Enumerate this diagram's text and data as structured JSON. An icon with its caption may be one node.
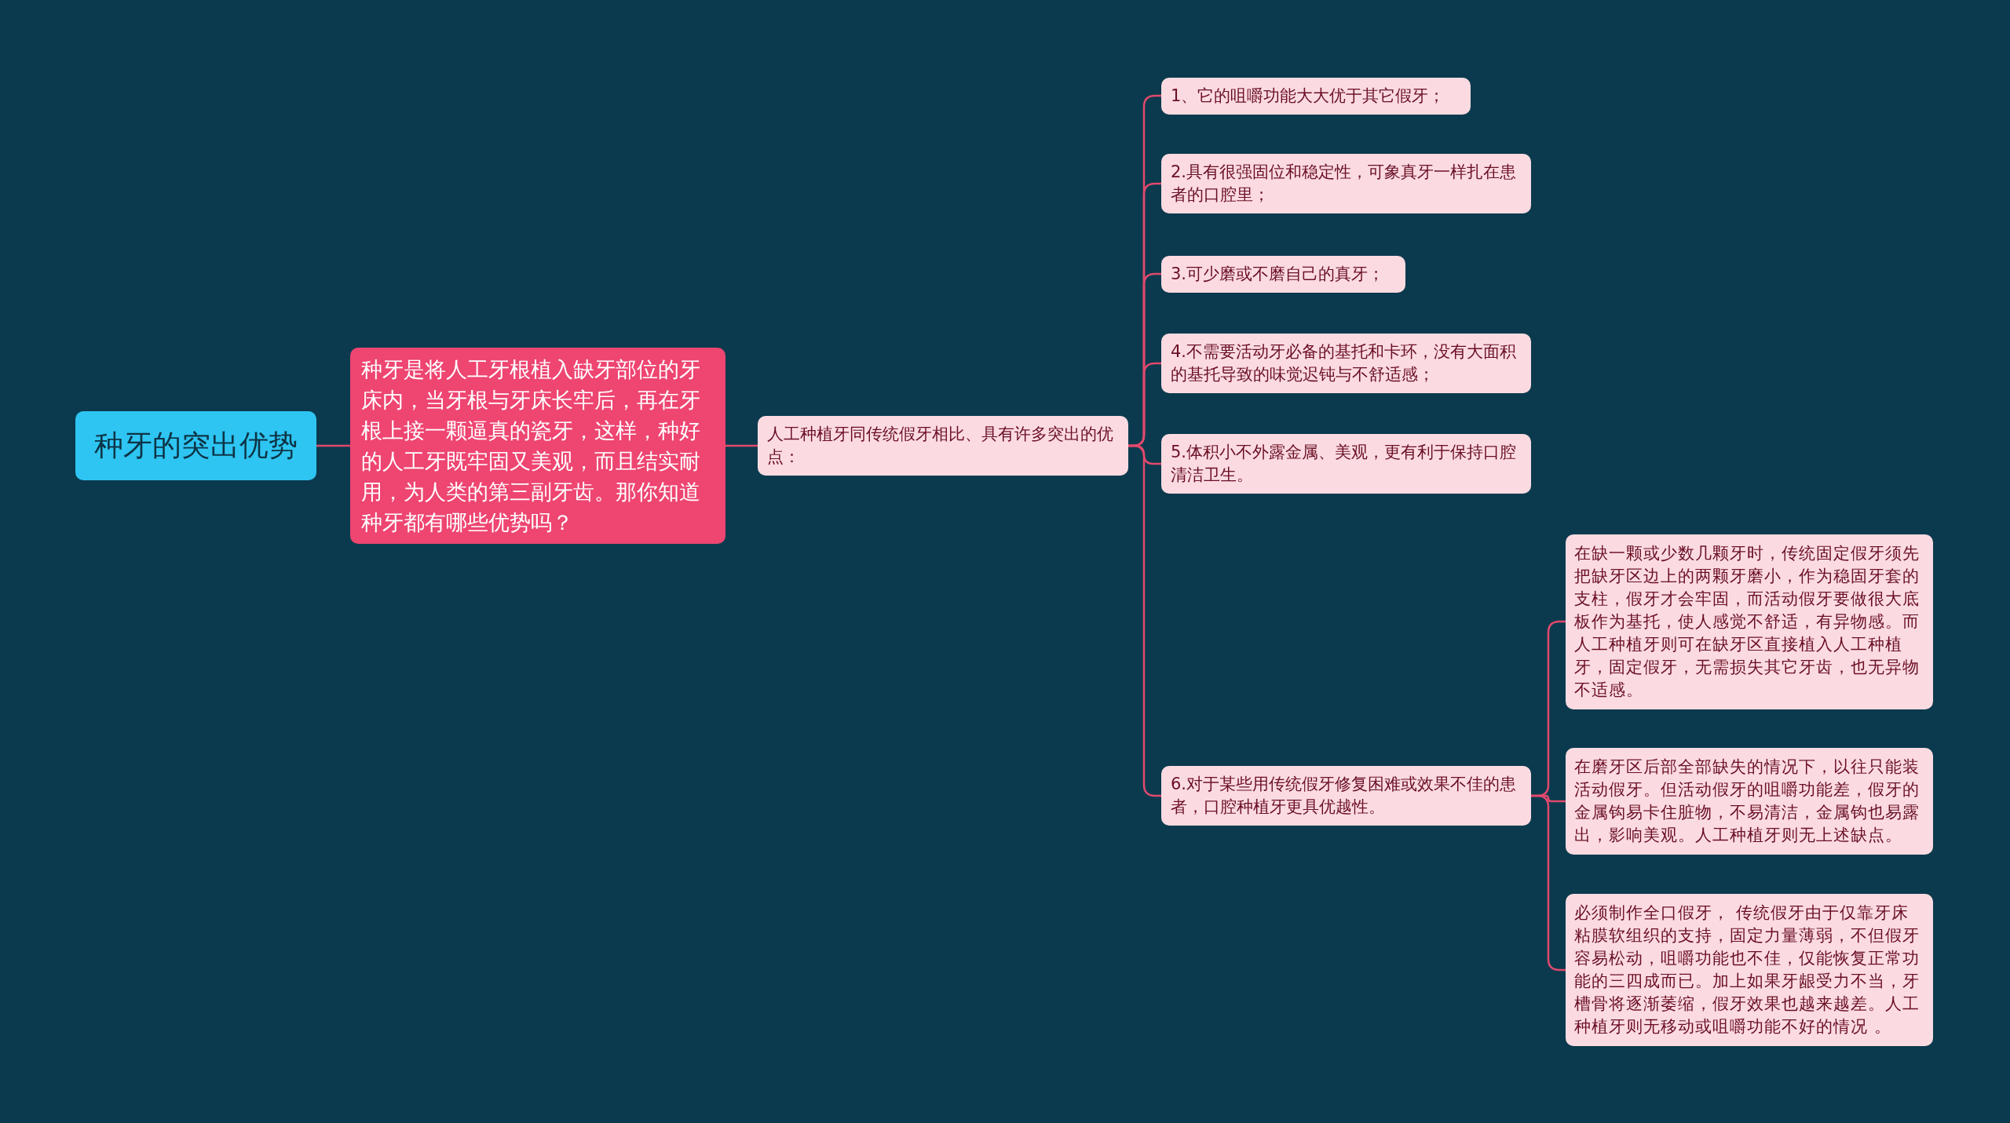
{
  "diagram": {
    "nodes": [
      {
        "text": [
          "种牙的突出优势"
        ]
      },
      {
        "text": [
          "种牙是将人工牙根植入缺牙部位的牙床内，当牙根与牙床长牢后，再在牙根上接一颗逼真的瓷牙，这样，种好的人工牙既牢固又美观，而且结实耐用，为人类的第三副牙齿。那你知道种牙都有哪些优势吗？"
        ]
      },
      {
        "text": [
          "人工种植牙同传统假牙相比、具有许多突出的优点："
        ]
      },
      {
        "text": [
          "1、它的咀嚼功能大大优于其它假牙；"
        ]
      },
      {
        "text": [
          "2.具有很强固位和稳定性，可象真牙一样扎在患者的口腔里；"
        ]
      },
      {
        "text": [
          "3.可少磨或不磨自己的真牙；"
        ]
      },
      {
        "text": [
          "4.不需要活动牙必备的基托和卡环，没有大面积的基托导致的味觉迟钝与不舒适感；"
        ]
      },
      {
        "text": [
          "5.体积小不外露金属、美观，更有利于保持口腔清洁卫生。"
        ]
      },
      {
        "text": [
          "6.对于某些用传统假牙修复困难或效果不佳的患者，口腔种植牙更具优越性。"
        ]
      },
      {
        "text": [
          "在缺一颗或少数几颗牙时，传统固定假牙须先把缺牙区边上的两颗牙磨小，作为稳固牙套的支柱，假牙才会牢固，而活动假牙要做很大底板作为基托，使人感觉不舒适，有异物感。而人工种植牙则可在缺牙区直接植入人工种植牙，固定假牙，无需损失其它牙齿，也无异物不适感。"
        ]
      },
      {
        "text": [
          "在磨牙区后部全部缺失的情况下，以往只能装活动假牙。但活动假牙的咀嚼功能差，假牙的金属钩易卡住脏物，不易清洁，金属钩也易露出，影响美观。人工种植牙则无上述缺点。"
        ]
      },
      {
        "text": [
          "必须制作全口假牙， 传统假牙由于仅靠牙床粘膜软组织的支持，固定力量薄弱，不但假牙容易松动，咀嚼功能也不佳，仅能恢复正常功能的三四成而已。加上如果牙龈受力不当，牙槽骨将逐渐萎缩，假牙效果也越来越差。人工种植牙则无移动或咀嚼功能不好的情况 。"
        ]
      }
    ],
    "edges": [
      {
        "from": 0,
        "to": 1,
        "arrow": "none"
      },
      {
        "from": 1,
        "to": 2,
        "arrow": "none"
      },
      {
        "from": 2,
        "to": 3,
        "arrow": "none"
      },
      {
        "from": 2,
        "to": 4,
        "arrow": "none"
      },
      {
        "from": 2,
        "to": 5,
        "arrow": "none"
      },
      {
        "from": 2,
        "to": 6,
        "arrow": "none"
      },
      {
        "from": 2,
        "to": 7,
        "arrow": "none"
      },
      {
        "from": 2,
        "to": 8,
        "arrow": "none"
      },
      {
        "from": 8,
        "to": 9,
        "arrow": "none"
      },
      {
        "from": 8,
        "to": 10,
        "arrow": "none"
      },
      {
        "from": 8,
        "to": 11,
        "arrow": "none"
      }
    ]
  }
}
